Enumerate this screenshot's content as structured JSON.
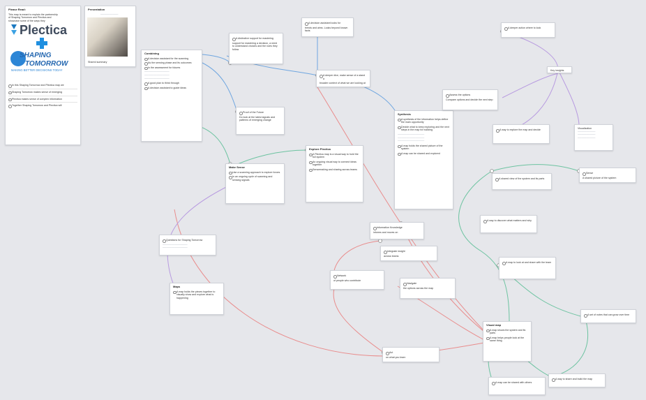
{
  "colors": {
    "blue": "#6fa6e0",
    "red": "#e98c8c",
    "green": "#6cc3a0",
    "purple": "#b89be0",
    "tag_blue": "#4a86d9",
    "tag_red": "#e35a5a",
    "tag_green": "#3fa77b"
  },
  "intro": {
    "title": "Please Read:",
    "lines": [
      "This map is meant to explain the partnership",
      "of Shaping Tomorrow and Plectica and",
      "showcase some of the ways they"
    ],
    "logo_plectica": "Plectica",
    "logo_sto_line1": "SHAPING",
    "logo_sto_line2": "TOMORROW",
    "logo_sto_tagline": "MAKING BETTER DECISIONS TODAY",
    "items": [
      "In this Shaping Tomorrow and Plectica map we",
      "Shaping Tomorrow makes sense of emerging",
      "Plectica makes sense of complex information",
      "Together Shaping Tomorrow and Plectica will"
    ]
  },
  "photo_card": {
    "title": "Presentation",
    "caption": "Shared summary"
  },
  "nodes": {
    "n1": "A distinctive support for mastering",
    "n2": "A decision assistant looks for",
    "n3": "A deeper dive, make sense of a stand a",
    "n4": "Combining",
    "n5": "Proof of the Future",
    "n6": "Make Sense",
    "n7": "Questions for Shaping Tomorrow",
    "n8": "Explore Plectica",
    "n9": "Information Knowledge",
    "n10": "Integrate insight",
    "n11": "Synthesis",
    "n12": "Maps",
    "n13": "Network",
    "n14": "Navigate",
    "n15": "Act",
    "n16": "Assess the options"
  },
  "labels": {
    "key_insights": "Key insights",
    "visual_map": "Visual map",
    "sense": "Sense"
  }
}
